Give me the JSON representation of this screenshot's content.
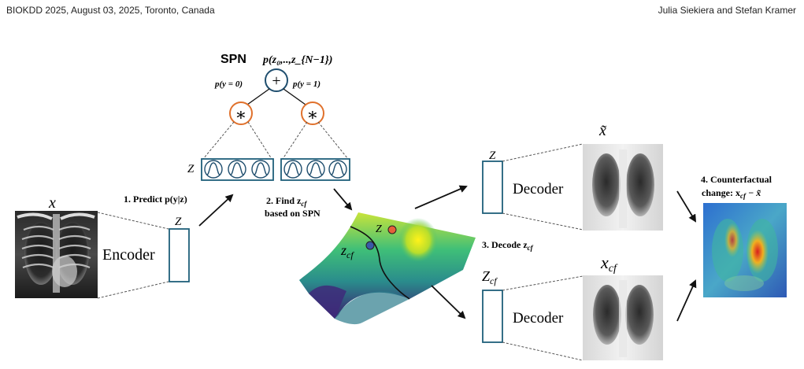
{
  "header": {
    "left": "BIOKDD 2025, August 03, 2025, Toronto, Canada",
    "right": "Julia Siekiera and Stefan Kramer"
  },
  "figure": {
    "spn_title": "SPN",
    "spn_root_prob": "p(z₀,..,z_{N−1})",
    "p_y0": "p(y = 0)",
    "p_y1": "p(y = 1)",
    "sum_symbol": "+",
    "product_symbol": "∗",
    "z_leaf_label": "Z",
    "x_label": "x",
    "encoder_label": "Encoder",
    "encoder_z_label": "Z",
    "step1": "1. Predict p(y|z)",
    "step2_line1": "2. Find z",
    "step2_sub": "cf",
    "step2_line2": "based on SPN",
    "surface_z_label": "Z",
    "surface_zcf_label": "z",
    "surface_zcf_sub": "cf",
    "step3": "3. Decode z",
    "step3_sub": "cf",
    "decoder_top_z": "Z",
    "decoder_top_label": "Decoder",
    "decoder_bottom_z": "Z",
    "decoder_bottom_sub": "cf",
    "decoder_bottom_label": "Decoder",
    "x_tilde_label": "x̃",
    "x_cf_label": "x",
    "x_cf_sub": "cf",
    "step4_line1": "4. Counterfactual",
    "step4_line2": "change: x",
    "step4_sub": "cf",
    "step4_minus": " − x̃"
  },
  "colors": {
    "box_stroke": "#1f5f7a",
    "node_sum_stroke": "#1f4e6e",
    "node_product_stroke": "#e0712c",
    "z_point": "#e5603a",
    "zcf_point": "#3a59a8"
  }
}
